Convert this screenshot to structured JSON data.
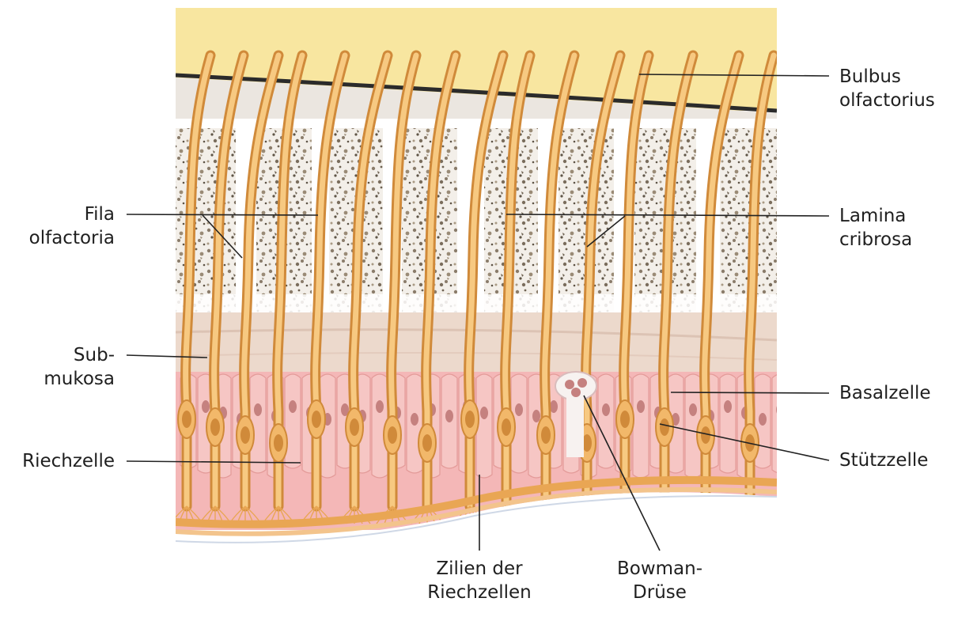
{
  "labels": {
    "bulbus": {
      "line1": "Bulbus",
      "line2": "olfactorius"
    },
    "fila": {
      "line1": "Fila",
      "line2": "olfactoria"
    },
    "lamina": {
      "line1": "Lamina",
      "line2": "cribrosa"
    },
    "submukosa": {
      "line1": "Sub-",
      "line2": "mukosa"
    },
    "basalzelle": {
      "line1": "Basalzelle"
    },
    "riechzelle": {
      "line1": "Riechzelle"
    },
    "stuetzzelle": {
      "line1": "Stützzelle"
    },
    "zilien": {
      "line1": "Zilien der",
      "line2": "Riechzellen"
    },
    "bowman": {
      "line1": "Bowman-",
      "line2": "Drüse"
    }
  },
  "colors": {
    "bulbus": "#f8e6a0",
    "bone_bg": "#ffffff",
    "bone_speckle": "#8a7c6a",
    "submucosa": "#ecd9cc",
    "nerve_fiber": "#f2b86a",
    "nerve_edge": "#d08a3a",
    "epithelium": "#f4b7b7",
    "cell_nucleus": "#c5817f",
    "leader_line": "#222222",
    "text": "#1f1f1f"
  }
}
